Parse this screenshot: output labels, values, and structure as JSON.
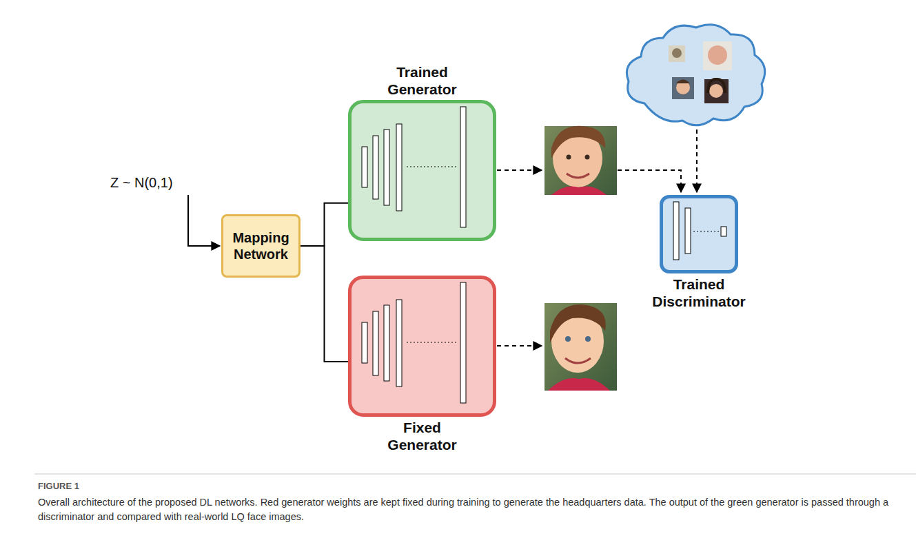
{
  "diagram": {
    "caption": "Overall architecture of the proposed DL networks. Red generator weights are kept fixed during training to generate the headquarters data. The output of the green generator is passed through a discriminator and compared with real-world LQ face images.",
    "nodes": [
      {
        "text": [
          "Mapping Network"
        ]
      },
      {
        "text": [
          "Trained Generator"
        ]
      },
      {
        "text": [
          "Fixed Generator"
        ]
      },
      {
        "text": [
          "Trained Discriminator"
        ]
      }
    ],
    "edges": [
      {
        "from": 0,
        "to": 1,
        "arrow": "none"
      },
      {
        "from": 0,
        "to": 2,
        "arrow": "none"
      }
    ],
    "labels": [
      "Z ~ N(0,1)",
      "FIGURE 1"
    ]
  }
}
